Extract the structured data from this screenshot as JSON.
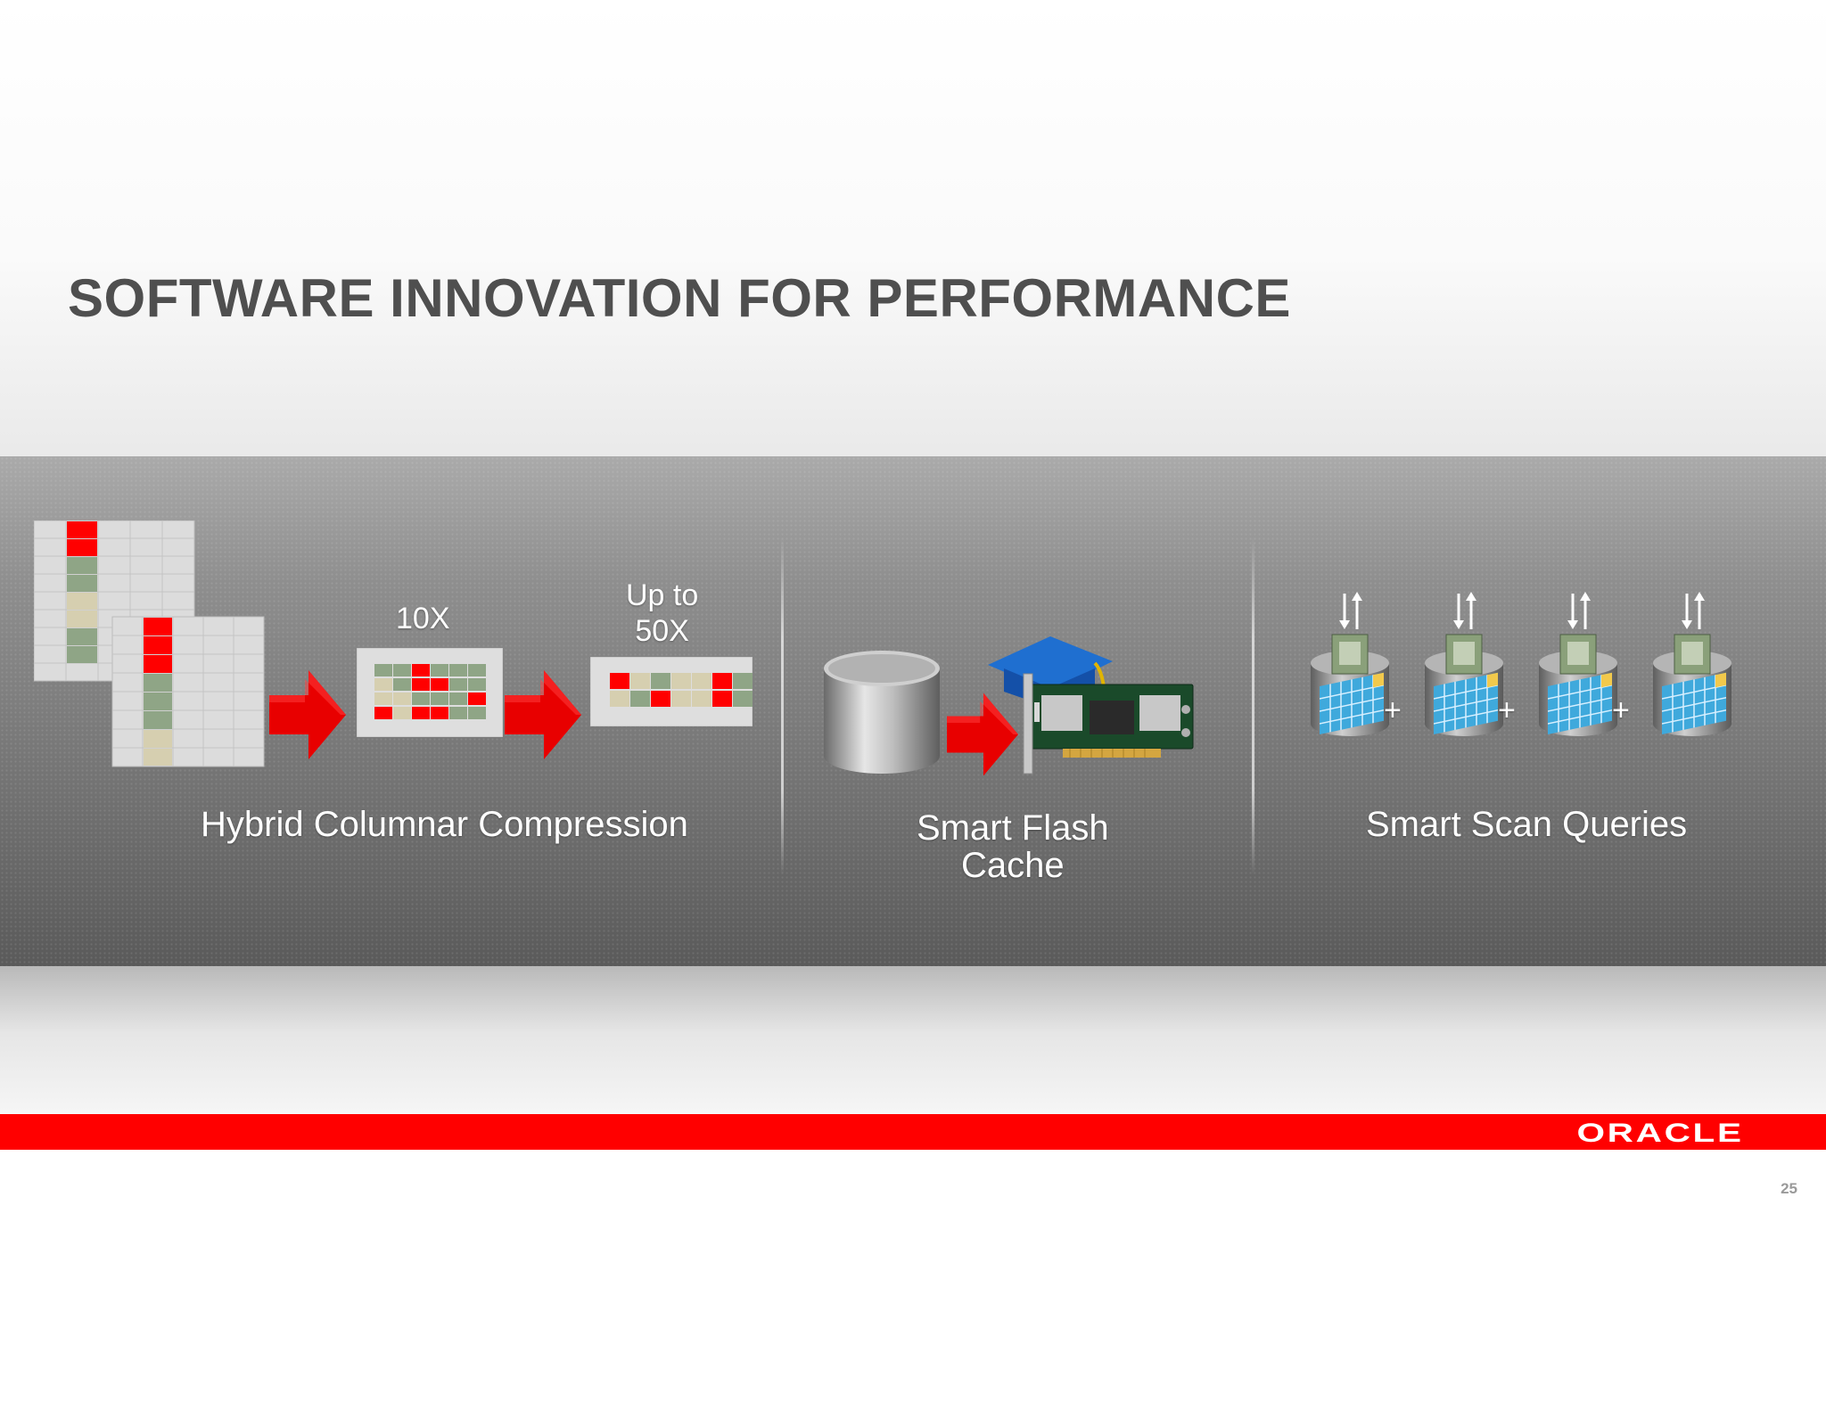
{
  "slide": {
    "title": "SOFTWARE INNOVATION FOR PERFORMANCE",
    "page_number": "25",
    "logo_text": "ORACLE",
    "accent_color": "#ff0000"
  },
  "sections": {
    "compression": {
      "label": "Hybrid Columnar Compression",
      "ratio_1": "10X",
      "ratio_2_line1": "Up to",
      "ratio_2_line2": "50X"
    },
    "flash": {
      "label_line1": "Smart Flash",
      "label_line2": "Cache"
    },
    "scan": {
      "label": "Smart Scan Queries",
      "plus_signs": [
        "+",
        "+",
        "+"
      ]
    }
  },
  "icons": [
    "table-grid-icon",
    "arrow-right-icon",
    "database-cylinder-icon",
    "flash-card-icon",
    "graduation-cap-icon",
    "storage-cell-icon"
  ]
}
